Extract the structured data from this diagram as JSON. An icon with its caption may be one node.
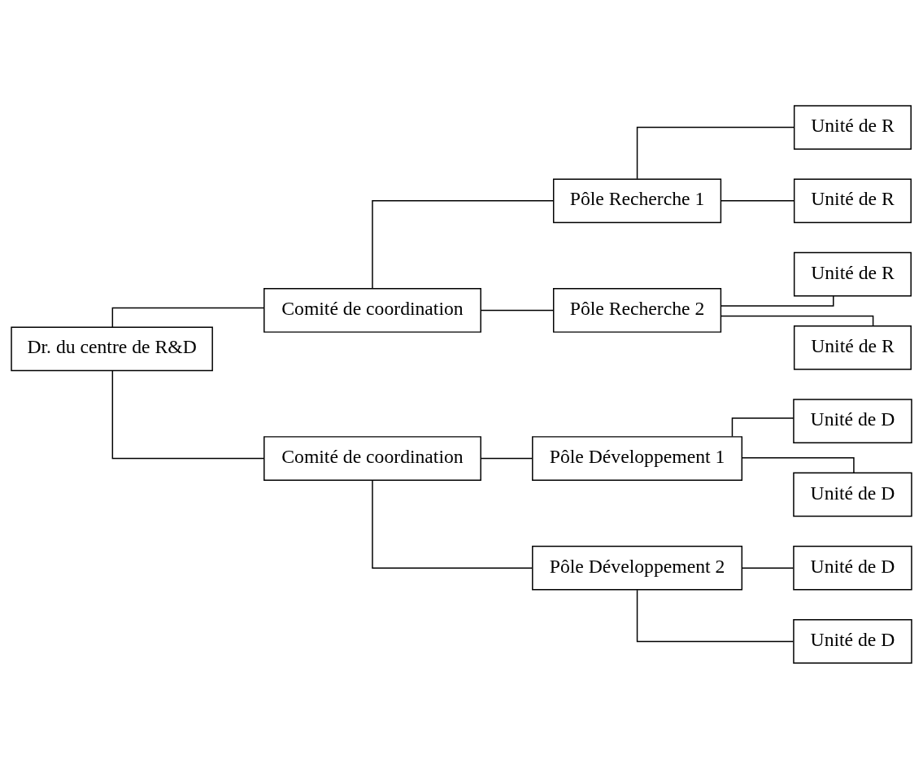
{
  "diagram": {
    "nodes": [
      {
        "text": [
          "Dr. du centre de R&D"
        ]
      },
      {
        "text": [
          "Comité de coordination"
        ]
      },
      {
        "text": [
          "Pôle Recherche 1"
        ]
      },
      {
        "text": [
          "Unité de R"
        ]
      },
      {
        "text": [
          "Unité de R"
        ]
      },
      {
        "text": [
          "Pôle Recherche 2"
        ]
      },
      {
        "text": [
          "Unité de R"
        ]
      },
      {
        "text": [
          "Unité de R"
        ]
      },
      {
        "text": [
          "Comité de coordination"
        ]
      },
      {
        "text": [
          "Pôle Développement 1"
        ]
      },
      {
        "text": [
          "Unité de D"
        ]
      },
      {
        "text": [
          "Unité de D"
        ]
      },
      {
        "text": [
          "Pôle Développement 2"
        ]
      },
      {
        "text": [
          "Unité de D"
        ]
      },
      {
        "text": [
          "Unité de D"
        ]
      }
    ],
    "edges": [
      {
        "from": 0,
        "to": 1,
        "arrow": "none"
      },
      {
        "from": 1,
        "to": 2,
        "arrow": "none"
      },
      {
        "from": 2,
        "to": 3,
        "arrow": "none"
      },
      {
        "from": 2,
        "to": 4,
        "arrow": "none"
      },
      {
        "from": 1,
        "to": 5,
        "arrow": "none"
      },
      {
        "from": 5,
        "to": 6,
        "arrow": "none"
      },
      {
        "from": 5,
        "to": 7,
        "arrow": "none"
      },
      {
        "from": 0,
        "to": 8,
        "arrow": "none"
      },
      {
        "from": 8,
        "to": 9,
        "arrow": "none"
      },
      {
        "from": 9,
        "to": 10,
        "arrow": "none"
      },
      {
        "from": 9,
        "to": 11,
        "arrow": "none"
      },
      {
        "from": 8,
        "to": 12,
        "arrow": "none"
      },
      {
        "from": 12,
        "to": 13,
        "arrow": "none"
      },
      {
        "from": 12,
        "to": 14,
        "arrow": "none"
      }
    ]
  }
}
